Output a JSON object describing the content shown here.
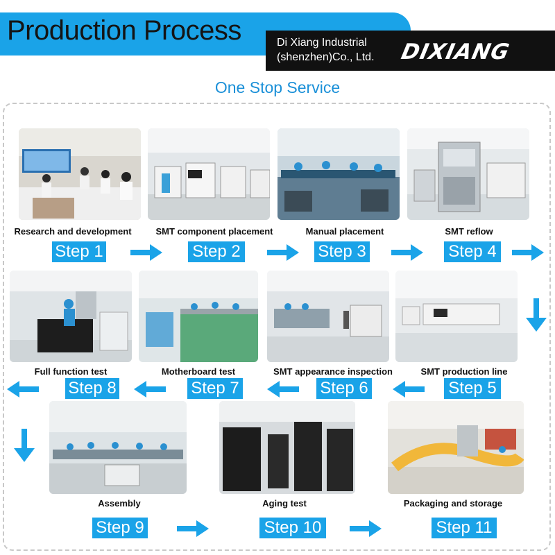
{
  "header": {
    "title": "Production Process",
    "company_line1": "Di Xiang Industrial",
    "company_line2": "(shenzhen)Co., Ltd.",
    "logo": "DIXIANG"
  },
  "subtitle": "One Stop Service",
  "colors": {
    "accent": "#1aa3e8",
    "dark": "#111111",
    "subtitle": "#1b90d8"
  },
  "steps": [
    {
      "caption": "Research and development",
      "label": "Step 1"
    },
    {
      "caption": "SMT component placement",
      "label": "Step 2"
    },
    {
      "caption": "Manual placement",
      "label": "Step 3"
    },
    {
      "caption": "SMT reflow",
      "label": "Step 4"
    },
    {
      "caption": "SMT production line",
      "label": "Step 5"
    },
    {
      "caption": "SMT appearance inspection",
      "label": "Step 6"
    },
    {
      "caption": "Motherboard test",
      "label": "Step 7"
    },
    {
      "caption": "Full function test",
      "label": "Step 8"
    },
    {
      "caption": "Assembly",
      "label": "Step 9"
    },
    {
      "caption": "Aging test",
      "label": "Step 10"
    },
    {
      "caption": "Packaging and storage",
      "label": "Step 11"
    }
  ],
  "photos": [
    {
      "icon": "meeting-room-photo"
    },
    {
      "icon": "smt-machines-photo"
    },
    {
      "icon": "workbench-photo"
    },
    {
      "icon": "reflow-oven-photo"
    },
    {
      "icon": "production-line-photo"
    },
    {
      "icon": "inspection-photo"
    },
    {
      "icon": "motherboard-line-photo"
    },
    {
      "icon": "test-station-photo"
    },
    {
      "icon": "assembly-hall-photo"
    },
    {
      "icon": "aging-racks-photo"
    },
    {
      "icon": "conveyor-photo"
    }
  ]
}
